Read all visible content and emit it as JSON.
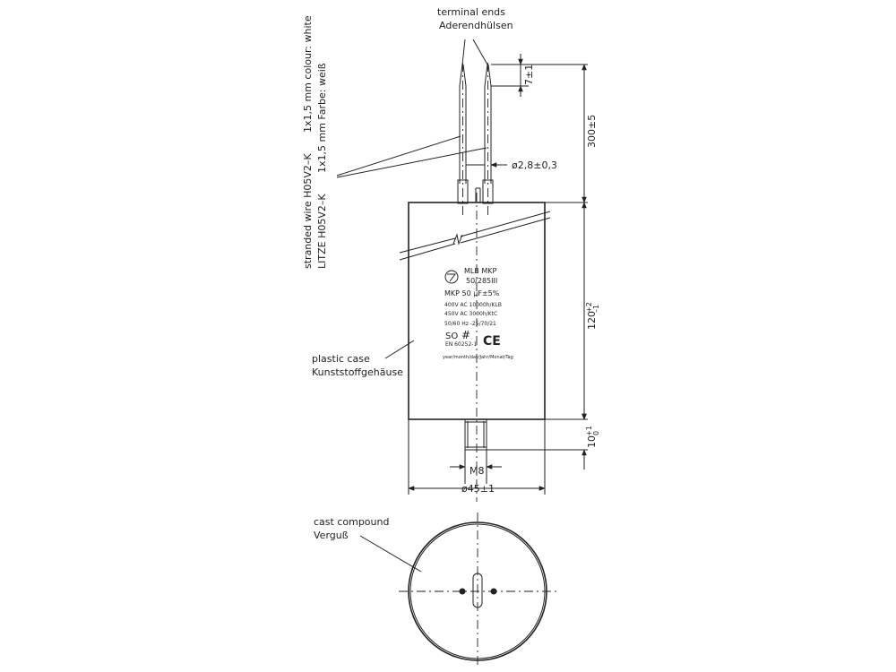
{
  "labels": {
    "terminal_en": "terminal ends",
    "terminal_de": "Aderendhülsen",
    "wire_en_a": "stranded wire H05V2–K",
    "wire_en_b": "1x1,5 mm  colour: white",
    "wire_de_a": "LITZE H05V2–K",
    "wire_de_b": "1x1,5 mm  Farbe: weiß",
    "case_en": "plastic case",
    "case_de": "Kunststoffgehäuse",
    "compound_en": "cast compound",
    "compound_de": "Verguß"
  },
  "dimensions": {
    "ferrule": "7±1",
    "wire_length": "300±5",
    "ferrule_dia": "ø2,8±0,3",
    "body_height": "120",
    "body_tol_upper": "+2",
    "body_tol_lower": "–1",
    "stud_length": "10",
    "stud_tol_upper": "+1",
    "stud_tol_lower": "0",
    "thread": "M8",
    "diameter": "ø45±1"
  },
  "product_label": {
    "line1": "MLB MKP",
    "line2": "50/285III",
    "line3": "MKP 50 µF±5%",
    "line4": "400V AC 10000h/KLB",
    "line5": "450V AC 3000h/KtC",
    "line6": "50/60 Hz -25/70/21",
    "so": "SO",
    "hash": "#",
    "ce": "CE",
    "norm": "EN 60252-1",
    "date": "year/month/day/Jahr/Monat/Tag"
  }
}
